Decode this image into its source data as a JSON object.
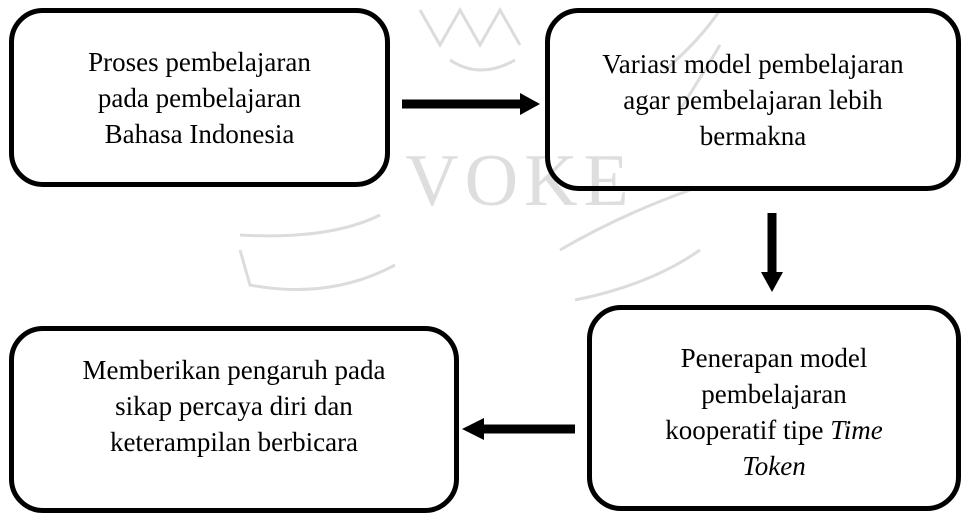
{
  "boxes": {
    "b1": {
      "lines": [
        "Proses pembelajaran",
        "pada pembelajaran",
        "Bahasa Indonesia"
      ]
    },
    "b2": {
      "lines": [
        "Variasi model pembelajaran",
        "agar pembelajaran lebih",
        "bermakna"
      ]
    },
    "b3": {
      "line1": "Penerapan model",
      "line2": "pembelajaran",
      "line3_text": "kooperatif tipe ",
      "line3_italic": "Time",
      "line4_italic": "Token"
    },
    "b4": {
      "lines": [
        "Memberikan pengaruh pada",
        "sikap percaya diri dan",
        "keterampilan berbicara"
      ]
    }
  },
  "watermark": {
    "text": "VOKE"
  },
  "colors": {
    "stroke": "#000000",
    "watermark": "#d9d9d9"
  }
}
